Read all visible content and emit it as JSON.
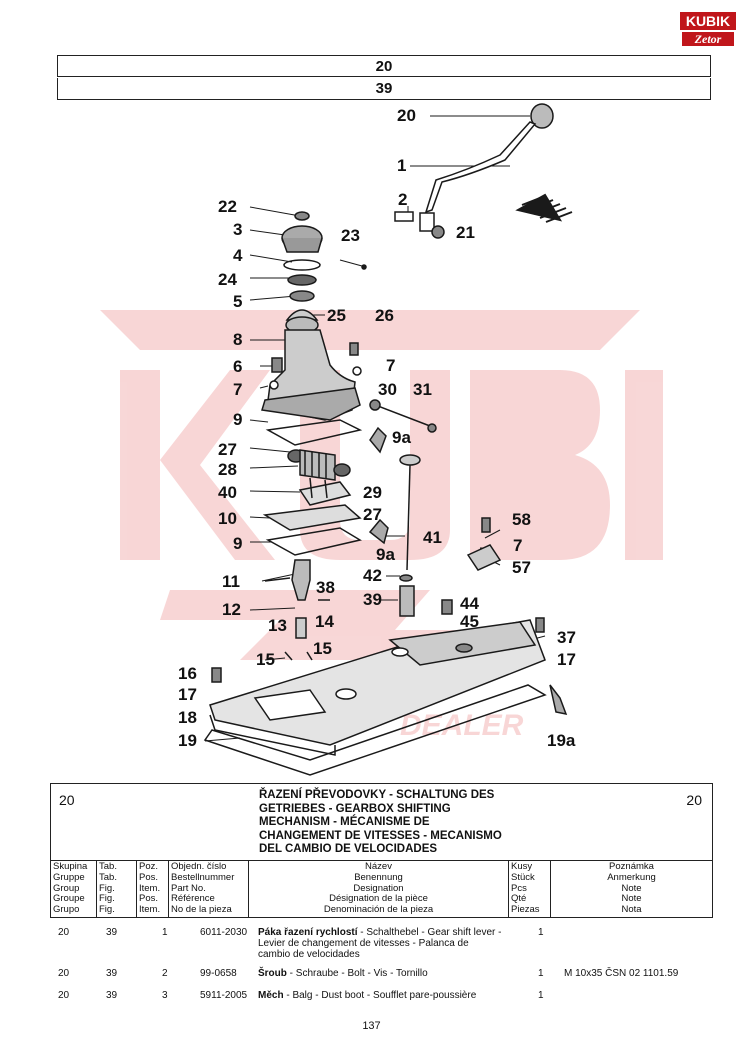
{
  "logo": {
    "line1": "KUBIK",
    "line2": "Zetor"
  },
  "header": {
    "row1": "20",
    "row2": "39"
  },
  "callouts": [
    {
      "id": "c20top",
      "text": "20"
    },
    {
      "id": "c1",
      "text": "1"
    },
    {
      "id": "c2",
      "text": "2"
    },
    {
      "id": "c21",
      "text": "21"
    },
    {
      "id": "c22",
      "text": "22"
    },
    {
      "id": "c3",
      "text": "3"
    },
    {
      "id": "c23",
      "text": "23"
    },
    {
      "id": "c4",
      "text": "4"
    },
    {
      "id": "c24",
      "text": "24"
    },
    {
      "id": "c5",
      "text": "5"
    },
    {
      "id": "c25",
      "text": "25"
    },
    {
      "id": "c26",
      "text": "26"
    },
    {
      "id": "c8",
      "text": "8"
    },
    {
      "id": "c6",
      "text": "6"
    },
    {
      "id": "c7a",
      "text": "7"
    },
    {
      "id": "c7b",
      "text": "7"
    },
    {
      "id": "c30",
      "text": "30"
    },
    {
      "id": "c31",
      "text": "31"
    },
    {
      "id": "c9a",
      "text": "9"
    },
    {
      "id": "c9aa",
      "text": "9a"
    },
    {
      "id": "c27a",
      "text": "27"
    },
    {
      "id": "c28",
      "text": "28"
    },
    {
      "id": "c29",
      "text": "29"
    },
    {
      "id": "c40",
      "text": "40"
    },
    {
      "id": "c27b",
      "text": "27"
    },
    {
      "id": "c10",
      "text": "10"
    },
    {
      "id": "c58",
      "text": "58"
    },
    {
      "id": "c9b",
      "text": "9"
    },
    {
      "id": "c9ab",
      "text": "9a"
    },
    {
      "id": "c41",
      "text": "41"
    },
    {
      "id": "c7c",
      "text": "7"
    },
    {
      "id": "c57",
      "text": "57"
    },
    {
      "id": "c11",
      "text": "11"
    },
    {
      "id": "c42",
      "text": "42"
    },
    {
      "id": "c38",
      "text": "38"
    },
    {
      "id": "c12",
      "text": "12"
    },
    {
      "id": "c39",
      "text": "39"
    },
    {
      "id": "c44",
      "text": "44"
    },
    {
      "id": "c13",
      "text": "13"
    },
    {
      "id": "c14",
      "text": "14"
    },
    {
      "id": "c45",
      "text": "45"
    },
    {
      "id": "c37",
      "text": "37"
    },
    {
      "id": "c15a",
      "text": "15"
    },
    {
      "id": "c15b",
      "text": "15"
    },
    {
      "id": "c17a",
      "text": "17"
    },
    {
      "id": "c16",
      "text": "16"
    },
    {
      "id": "c17b",
      "text": "17"
    },
    {
      "id": "c18",
      "text": "18"
    },
    {
      "id": "c19",
      "text": "19"
    },
    {
      "id": "c19a",
      "text": "19a"
    }
  ],
  "info": {
    "group_left": "20",
    "group_right": "20",
    "title_lines": [
      "ŘAZENÍ PŘEVODOVKY - SCHALTUNG DES",
      "GETRIEBES - GEARBOX SHIFTING",
      "MECHANISM - MÉCANISME DE",
      "CHANGEMENT DE VITESSES - MECANISMO",
      "DEL CAMBIO DE VELOCIDADES"
    ]
  },
  "columns": [
    {
      "lines": [
        "Skupina",
        "Gruppe",
        "Group",
        "Groupe",
        "Grupo"
      ]
    },
    {
      "lines": [
        "Tab.",
        "Tab.",
        "Fig.",
        "Fig.",
        "Fig."
      ]
    },
    {
      "lines": [
        "Poz.",
        "Pos.",
        "Item.",
        "Pos.",
        "Item."
      ]
    },
    {
      "lines": [
        "Objedn. číslo",
        "Bestellnummer",
        "Part No.",
        "Référence",
        "No de la pieza"
      ]
    },
    {
      "lines": [
        "Název",
        "Benennung",
        "Designation",
        "Désignation de la pièce",
        "Denominación de la pieza"
      ]
    },
    {
      "lines": [
        "Kusy",
        "Stück",
        "Pcs",
        "Qté",
        "Piezas"
      ]
    },
    {
      "lines": [
        "Poznámka",
        "Anmerkung",
        "Note",
        "Note",
        "Nota"
      ]
    }
  ],
  "rows": [
    {
      "group": "20",
      "tab": "39",
      "pos": "1",
      "part": "6011-2030",
      "name_bold": "Páka řazení rychlostí",
      "name_rest": " - Schalthebel - Gear shift lever -",
      "name_line2": "Levier de changement de vitesses - Palanca de",
      "name_line3": "cambio de velocidades",
      "qty": "1",
      "note": ""
    },
    {
      "group": "20",
      "tab": "39",
      "pos": "2",
      "part": "99-0658",
      "name_bold": "Šroub",
      "name_rest": " - Schraube - Bolt - Vis - Tornillo",
      "name_line2": "",
      "name_line3": "",
      "qty": "1",
      "note": "M 10x35 ČSN 02 1101.59"
    },
    {
      "group": "20",
      "tab": "39",
      "pos": "3",
      "part": "5911-2005",
      "name_bold": "Měch",
      "name_rest": " - Balg - Dust boot - Soufflet pare-poussière",
      "name_line2": "",
      "name_line3": "",
      "qty": "1",
      "note": ""
    }
  ],
  "page_number": "137",
  "colors": {
    "watermark": "#f6c9c9",
    "logo_red": "#c0161b",
    "ink": "#1a1a1a"
  }
}
